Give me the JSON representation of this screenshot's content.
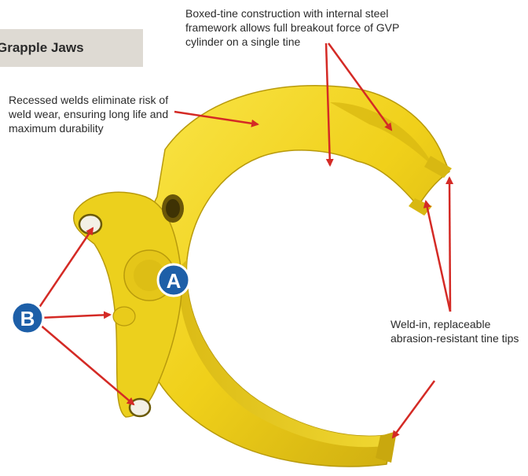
{
  "title": "Grapple Jaws",
  "callouts": {
    "boxed_tine": "Boxed-tine construction with internal steel framework allows full breakout force of GVP cylinder on a single tine",
    "recessed_welds": "Recessed welds eliminate risk of weld wear, ensuring long life and maximum durability",
    "tine_tips": "Weld-in, replaceable abrasion-resistant tine tips"
  },
  "badges": {
    "a": "A",
    "b": "B"
  },
  "colors": {
    "jaw_yellow": "#f2d51c",
    "jaw_shadow": "#c9a80e",
    "arrow_red": "#d42a25",
    "badge_blue": "#1d5fa8",
    "title_bg": "#dedad3"
  }
}
